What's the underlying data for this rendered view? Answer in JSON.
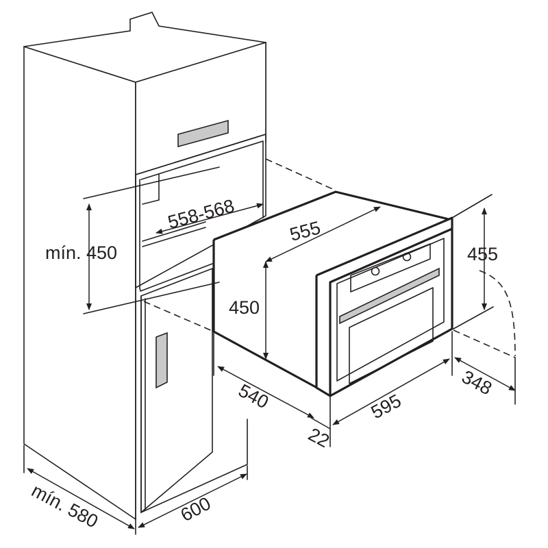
{
  "labels": {
    "cavity_width": "558-568",
    "oven_width_top": "555",
    "cavity_min_height": "mín. 450",
    "oven_height_side": "450",
    "front_height": "455",
    "oven_depth": "540",
    "front_width": "595",
    "door_depth": "22",
    "door_swing": "348",
    "cabinet_min_depth": "mín. 580",
    "cabinet_width": "600"
  }
}
